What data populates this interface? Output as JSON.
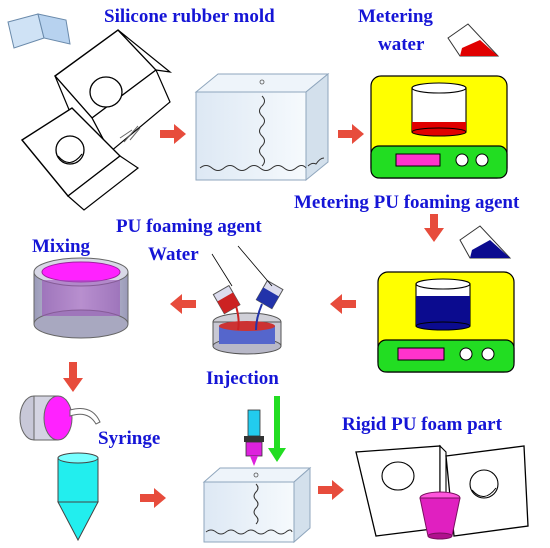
{
  "labels": {
    "silicone_mold": "Silicone rubber mold",
    "metering_water_1": "Metering",
    "metering_water_2": "water",
    "metering_pu": "Metering PU foaming agent",
    "pu_agent": "PU foaming agent",
    "water": "Water",
    "mixing": "Mixing",
    "injection": "Injection",
    "syringe": "Syringe",
    "rigid_part": "Rigid PU foam part"
  },
  "colors": {
    "label_text": "#1515d6",
    "arrow": "#e74c3c",
    "scale_body": "#ffff00",
    "scale_base": "#22dd22",
    "scale_display": "#ff33cc",
    "water_fill": "#e00000",
    "pu_fill": "#0b0b8f",
    "mix_fill": "#ff22ff",
    "syringe": "#22eeee",
    "cup": "#e020c0",
    "injection_arrow": "#22dd22"
  }
}
